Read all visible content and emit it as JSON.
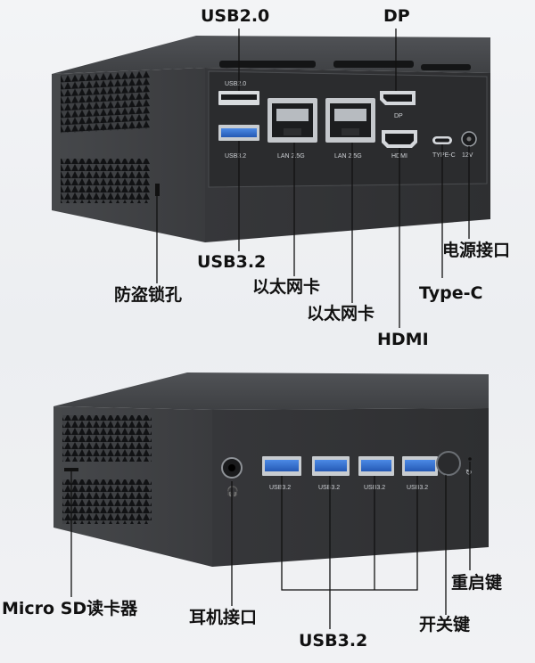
{
  "top_device": {
    "callouts": {
      "usb20": "USB2.0",
      "dp": "DP",
      "usb32": "USB3.2",
      "lan1": "以太网卡",
      "lan2": "以太网卡",
      "typec": "Type-C",
      "hdmi": "HDMI",
      "power": "电源接口",
      "lock": "防盗锁孔"
    },
    "port_labels": {
      "usb20": "USB2.0",
      "usb32": "USB3.2",
      "lan1": "LAN 2.5G",
      "lan2": "LAN 2.5G",
      "dp": "DP",
      "hdmi": "HDMI",
      "typec": "TYPE-C",
      "power": "12V"
    }
  },
  "bottom_device": {
    "callouts": {
      "sd": "Micro SD读卡器",
      "audio": "耳机接口",
      "usb32": "USB3.2",
      "power_btn": "开关键",
      "reset": "重启键"
    },
    "port_labels": {
      "usb1": "USB3.2",
      "usb2": "USB3.2",
      "usb3": "USB3.2",
      "usb4": "USB3.2"
    }
  },
  "colors": {
    "body": "#3b3c3f",
    "body_dark": "#2b2c2e",
    "body_light": "#54565a",
    "usb_blue": "#2f6fd0",
    "leader": "#111111"
  }
}
